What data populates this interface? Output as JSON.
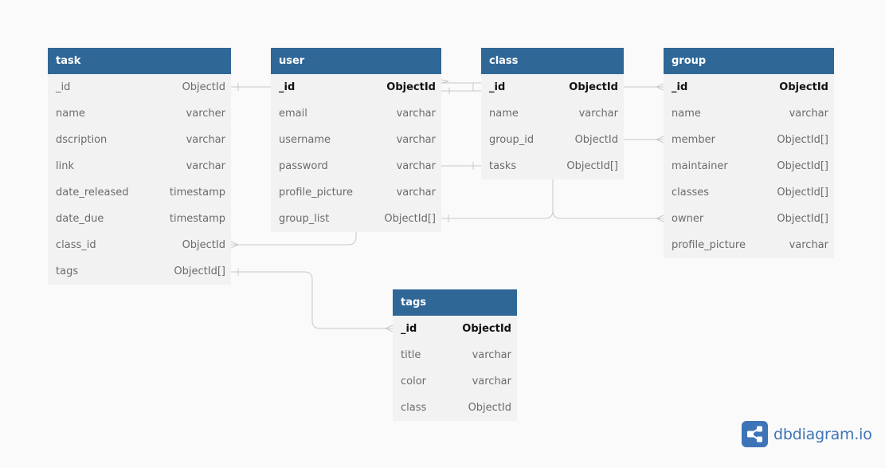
{
  "tables": {
    "task": {
      "name": "task",
      "columns": [
        {
          "name": "_id",
          "type": "ObjectId"
        },
        {
          "name": "name",
          "type": "varcher"
        },
        {
          "name": "dscription",
          "type": "varchar"
        },
        {
          "name": "link",
          "type": "varchar"
        },
        {
          "name": "date_released",
          "type": "timestamp"
        },
        {
          "name": "date_due",
          "type": "timestamp"
        },
        {
          "name": "class_id",
          "type": "ObjectId"
        },
        {
          "name": "tags",
          "type": "ObjectId[]"
        }
      ]
    },
    "user": {
      "name": "user",
      "columns": [
        {
          "name": "_id",
          "type": "ObjectId"
        },
        {
          "name": "email",
          "type": "varchar"
        },
        {
          "name": "username",
          "type": "varchar"
        },
        {
          "name": "password",
          "type": "varchar"
        },
        {
          "name": "profile_picture",
          "type": "varchar"
        },
        {
          "name": "group_list",
          "type": "ObjectId[]"
        }
      ]
    },
    "class": {
      "name": "class",
      "columns": [
        {
          "name": "_id",
          "type": "ObjectId"
        },
        {
          "name": "name",
          "type": "varchar"
        },
        {
          "name": "group_id",
          "type": "ObjectId"
        },
        {
          "name": "tasks",
          "type": "ObjectId[]"
        }
      ]
    },
    "group": {
      "name": "group",
      "columns": [
        {
          "name": "_id",
          "type": "ObjectId"
        },
        {
          "name": "name",
          "type": "varchar"
        },
        {
          "name": "member",
          "type": "ObjectId[]"
        },
        {
          "name": "maintainer",
          "type": "ObjectId[]"
        },
        {
          "name": "classes",
          "type": "ObjectId[]"
        },
        {
          "name": "owner",
          "type": "ObjectId[]"
        },
        {
          "name": "profile_picture",
          "type": "varchar"
        }
      ]
    },
    "tags": {
      "name": "tags",
      "columns": [
        {
          "name": "_id",
          "type": "ObjectId"
        },
        {
          "name": "title",
          "type": "varchar"
        },
        {
          "name": "color",
          "type": "varchar"
        },
        {
          "name": "class",
          "type": "ObjectId"
        }
      ]
    }
  },
  "brand": {
    "name": "dbdiagram.io",
    "icon": "share-nodes-icon",
    "accent": "#3d74b8"
  },
  "colors": {
    "header": "#2f6797",
    "table_body": "#f2f2f2",
    "connector": "#c8c8c8"
  }
}
